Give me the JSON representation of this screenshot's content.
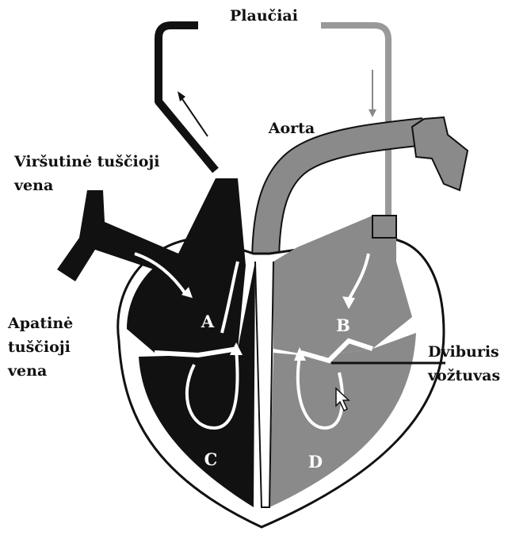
{
  "labels": {
    "lungs": "Plaučiai",
    "aorta": "Aorta",
    "superior_vena_cava_1": "Viršutinė tuščioji",
    "superior_vena_cava_2": "vena",
    "inferior_vena_cava_1": "Apatinė",
    "inferior_vena_cava_2": "tuščioji",
    "inferior_vena_cava_3": "vena",
    "mitral_valve_1": "Dviburis",
    "mitral_valve_2": "vožtuvas"
  },
  "chambers": {
    "a": "A",
    "b": "B",
    "c": "C",
    "d": "D"
  },
  "colors": {
    "right_side": "#111111",
    "left_side": "#8a8a8a",
    "lung_vessels": "#999999",
    "outline": "#111111",
    "arrows": "#ffffff"
  }
}
